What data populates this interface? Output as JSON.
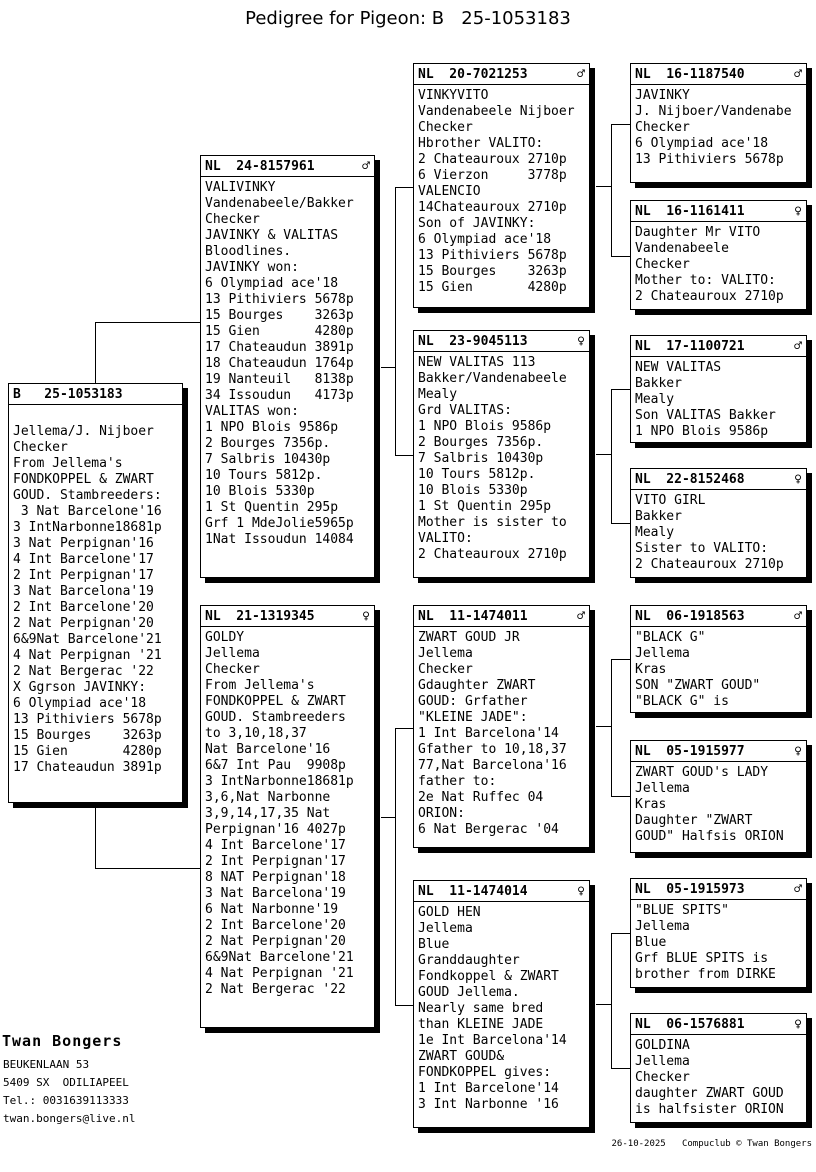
{
  "title": "Pedigree for Pigeon: B   25-1053183",
  "colors": {
    "background": "#ffffff",
    "ink": "#000000",
    "box_shadow": "#000000"
  },
  "boxes": [
    {
      "role": "subject",
      "ring": "B   25-1053183",
      "sex": "",
      "lines": [
        "",
        "Jellema/J. Nijboer",
        "Checker",
        "From Jellema's",
        "FONDKOPPEL & ZWART",
        "GOUD. Stambreeders:",
        " 3 Nat Barcelone'16",
        "3 IntNarbonne18681p",
        "3 Nat Perpignan'16",
        "4 Int Barcelone'17",
        "2 Int Perpignan'17",
        "3 Nat Barcelona'19",
        "2 Int Barcelone'20",
        "2 Nat Perpignan'20",
        "6&9Nat Barcelone'21",
        "4 Nat Perpignan '21",
        "2 Nat Bergerac '22",
        "X Ggrson JAVINKY:",
        "6 Olympiad ace'18",
        "13 Pithiviers 5678p",
        "15 Bourges    3263p",
        "15 Gien       4280p",
        "17 Chateaudun 3891p"
      ]
    },
    {
      "role": "sire",
      "ring": "NL  24-8157961",
      "sex": "♂",
      "lines": [
        "VALIVINKY",
        "Vandenabeele/Bakker",
        "Checker",
        "JAVINKY & VALITAS",
        "Bloodlines.",
        "JAVINKY won:",
        "6 Olympiad ace'18",
        "13 Pithiviers 5678p",
        "15 Bourges    3263p",
        "15 Gien       4280p",
        "17 Chateaudun 3891p",
        "18 Chateaudun 1764p",
        "19 Nanteuil   8138p",
        "34 Issoudun   4173p",
        "VALITAS won:",
        "1 NPO Blois 9586p",
        "2 Bourges 7356p.",
        "7 Salbris 10430p",
        "10 Tours 5812p.",
        "10 Blois 5330p",
        "1 St Quentin 295p",
        "Grf 1 MdeJolie5965p",
        "1Nat Issoudun 14084"
      ]
    },
    {
      "role": "dam",
      "ring": "NL  21-1319345",
      "sex": "♀",
      "lines": [
        "GOLDY",
        "Jellema",
        "Checker",
        "From Jellema's",
        "FONDKOPPEL & ZWART",
        "GOUD. Stambreeders",
        "to 3,10,18,37",
        "Nat Barcelone'16",
        "6&7 Int Pau  9908p",
        "3 IntNarbonne18681p",
        "3,6,Nat Narbonne",
        "3,9,14,17,35 Nat",
        "Perpignan'16 4027p",
        "4 Int Barcelone'17",
        "2 Int Perpignan'17",
        "8 NAT Perpignan'18",
        "3 Nat Barcelona'19",
        "6 Nat Narbonne'19",
        "2 Int Barcelone'20",
        "2 Nat Perpignan'20",
        "6&9Nat Barcelone'21",
        "4 Nat Perpignan '21",
        "2 Nat Bergerac '22"
      ]
    },
    {
      "role": "sire-sire",
      "ring": "NL  20-7021253",
      "sex": "♂",
      "lines": [
        "VINKYVITO",
        "Vandenabeele Nijboer",
        "Checker",
        "Hbrother VALITO:",
        "2 Chateauroux 2710p",
        "6 Vierzon     3778p",
        "VALENCIO",
        "14Chateauroux 2710p",
        "Son of JAVINKY:",
        "6 Olympiad ace'18",
        "13 Pithiviers 5678p",
        "15 Bourges    3263p",
        "15 Gien       4280p"
      ]
    },
    {
      "role": "sire-dam",
      "ring": "NL  23-9045113",
      "sex": "♀",
      "lines": [
        "NEW VALITAS 113",
        "Bakker/Vandenabeele",
        "Mealy",
        "Grd VALITAS:",
        "1 NPO Blois 9586p",
        "2 Bourges 7356p.",
        "7 Salbris 10430p",
        "10 Tours 5812p.",
        "10 Blois 5330p",
        "1 St Quentin 295p",
        "Mother is sister to",
        "VALITO:",
        "2 Chateauroux 2710p"
      ]
    },
    {
      "role": "dam-sire",
      "ring": "NL  11-1474011",
      "sex": "♂",
      "lines": [
        "ZWART GOUD JR",
        "Jellema",
        "Checker",
        "Gdaughter ZWART",
        "GOUD: Grfather",
        "\"KLEINE JADE\":",
        "1 Int Barcelona'14",
        "Gfather to 10,18,37",
        "77,Nat Barcelona'16",
        "father to:",
        "2e Nat Ruffec 04",
        "ORION:",
        "6 Nat Bergerac '04"
      ]
    },
    {
      "role": "dam-dam",
      "ring": "NL  11-1474014",
      "sex": "♀",
      "lines": [
        "GOLD HEN",
        "Jellema",
        "Blue",
        "Granddaughter",
        "Fondkoppel & ZWART",
        "GOUD Jellema.",
        "Nearly same bred",
        "than KLEINE JADE",
        "1e Int Barcelona'14",
        "ZWART GOUD&",
        "FONDKOPPEL gives:",
        "1 Int Barcelone'14",
        "3 Int Narbonne '16"
      ]
    },
    {
      "role": "sire-sire-sire",
      "ring": "NL  16-1187540",
      "sex": "♂",
      "lines": [
        "JAVINKY",
        "J. Nijboer/Vandenabe",
        "Checker",
        "6 Olympiad ace'18",
        "13 Pithiviers 5678p"
      ]
    },
    {
      "role": "sire-sire-dam",
      "ring": "NL  16-1161411",
      "sex": "♀",
      "lines": [
        "Daughter Mr VITO",
        "Vandenabeele",
        "Checker",
        "Mother to: VALITO:",
        "2 Chateauroux 2710p"
      ]
    },
    {
      "role": "sire-dam-sire",
      "ring": "NL  17-1100721",
      "sex": "♂",
      "lines": [
        "NEW VALITAS",
        "Bakker",
        "Mealy",
        "Son VALITAS Bakker",
        "1 NPO Blois 9586p"
      ]
    },
    {
      "role": "sire-dam-dam",
      "ring": "NL  22-8152468",
      "sex": "♀",
      "lines": [
        "VITO GIRL",
        "Bakker",
        "Mealy",
        "Sister to VALITO:",
        "2 Chateauroux 2710p"
      ]
    },
    {
      "role": "dam-sire-sire",
      "ring": "NL  06-1918563",
      "sex": "♂",
      "lines": [
        "\"BLACK G\"",
        "Jellema",
        "Kras",
        "SON \"ZWART GOUD\"",
        "\"BLACK G\" is"
      ]
    },
    {
      "role": "dam-sire-dam",
      "ring": "NL  05-1915977",
      "sex": "♀",
      "lines": [
        "ZWART GOUD's LADY",
        "Jellema",
        "Kras",
        "Daughter \"ZWART",
        "GOUD\" Halfsis ORION"
      ]
    },
    {
      "role": "dam-dam-sire",
      "ring": "NL  05-1915973",
      "sex": "♂",
      "lines": [
        "\"BLUE SPITS\"",
        "Jellema",
        "Blue",
        "Grf BLUE SPITS is",
        "brother from DIRKE"
      ]
    },
    {
      "role": "dam-dam-dam",
      "ring": "NL  06-1576881",
      "sex": "♀",
      "lines": [
        "GOLDINA",
        "Jellema",
        "Checker",
        "daughter ZWART GOUD",
        "is halfsister ORION"
      ]
    }
  ],
  "footer": {
    "owner": "Twan Bongers",
    "address": [
      "BEUKENLAAN 53",
      "5409 SX  ODILIAPEEL",
      "Tel.: 0031639113333",
      "twan.bongers@live.nl"
    ],
    "credit": "26-10-2025   Compuclub © Twan Bongers"
  }
}
